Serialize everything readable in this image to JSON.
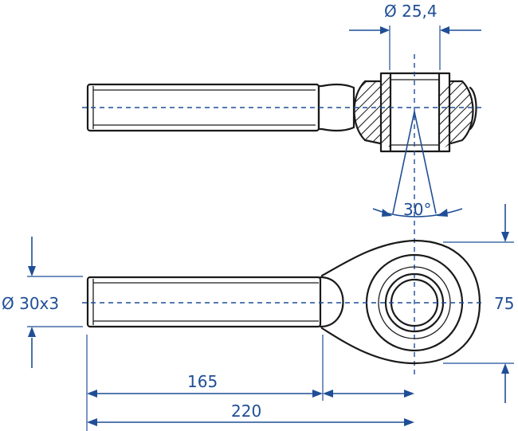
{
  "dimensions": {
    "bore_diameter": "Ø 25,4",
    "angle": "30°",
    "thread": "Ø 30x3",
    "eye_width": "75",
    "thread_length": "165",
    "overall_length": "220"
  },
  "colors": {
    "dimension": "#1f4e96",
    "outline": "#1a1a1a"
  }
}
